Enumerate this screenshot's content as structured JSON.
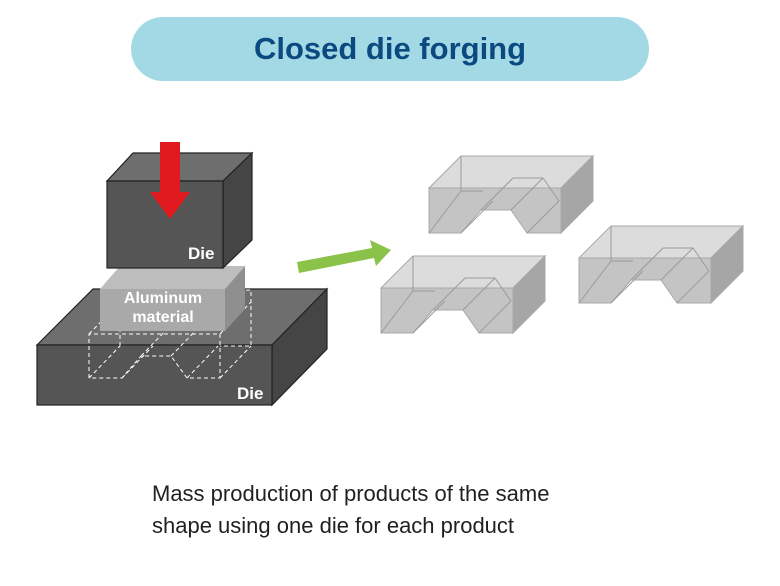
{
  "title": "Closed die forging",
  "labels": {
    "upper_die": "Die",
    "lower_die": "Die",
    "material_line1": "Aluminum",
    "material_line2": "material"
  },
  "caption": {
    "line1": "Mass production of products of the same",
    "line2": "shape using one die for each product"
  },
  "products": {
    "count": 3
  },
  "colors": {
    "pill": "#a3d9e5",
    "title": "#0b4a80",
    "press_arrow": "#e01a1f",
    "flow_arrow": "#8bc34a",
    "die": "#555555",
    "material": "#a9a9a9",
    "product": "#c8c8c8"
  }
}
